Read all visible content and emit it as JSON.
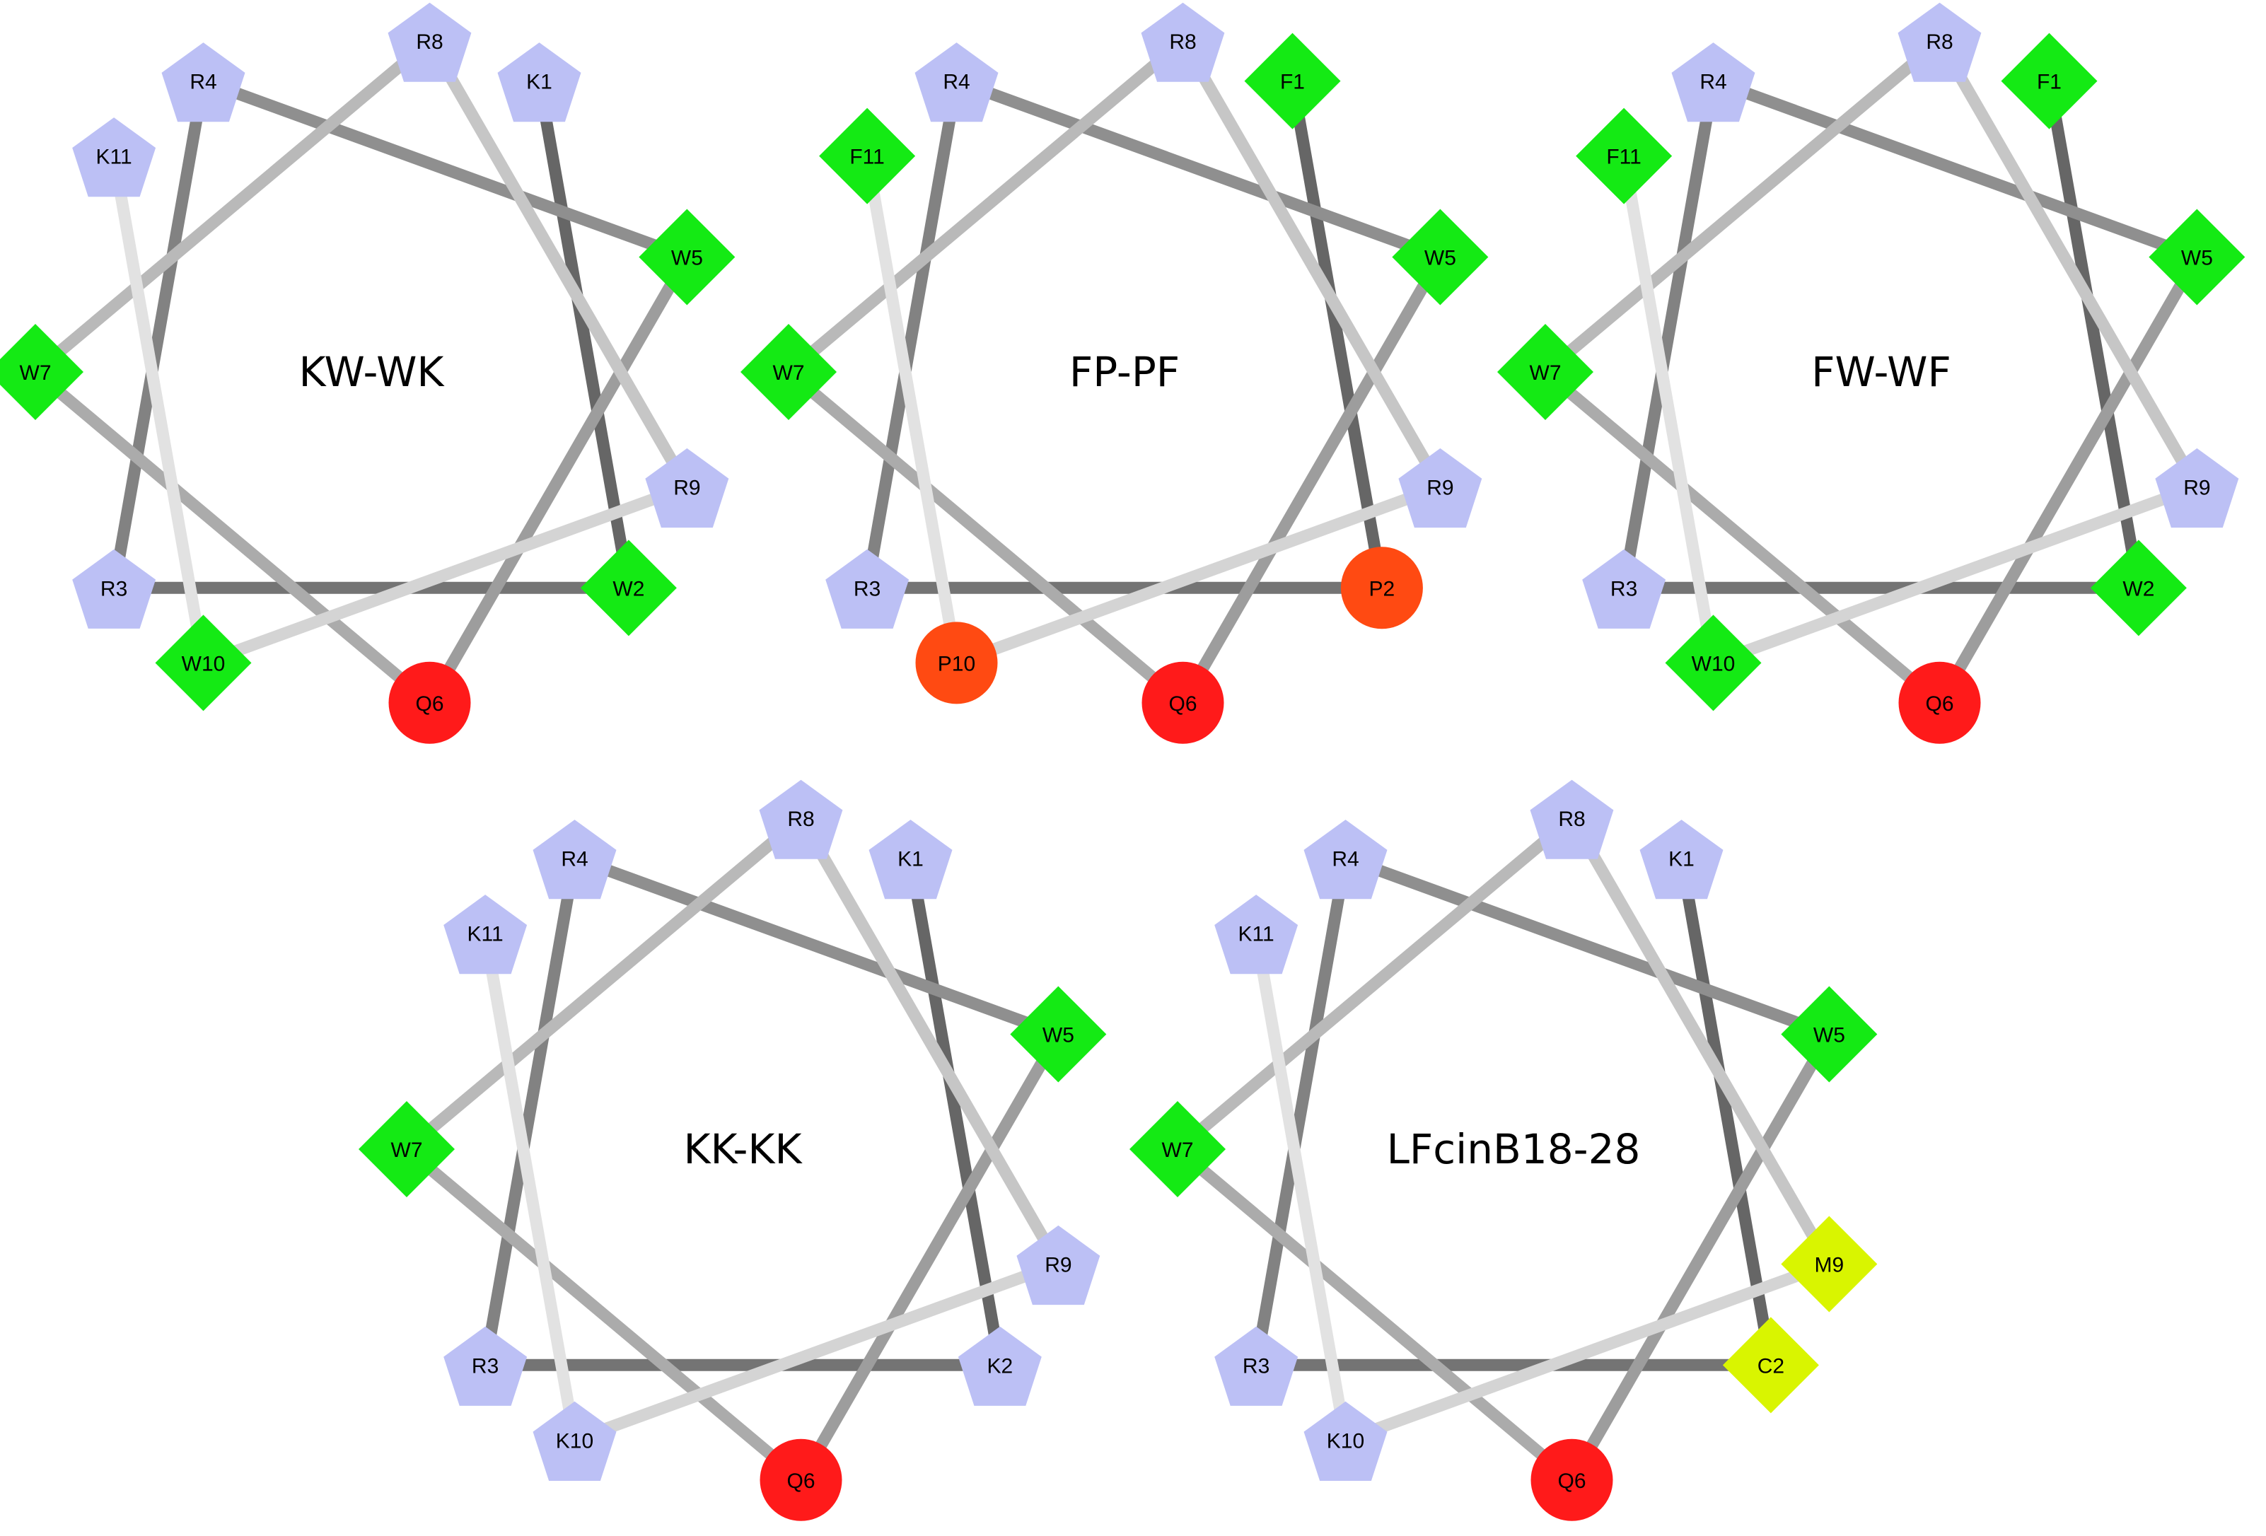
{
  "colors": {
    "hydrophilic_basic": "#bcc0f5",
    "hydrophobic": "#14ea14",
    "glutamine": "#ff1a1a",
    "proline": "#ff4a12",
    "sulfur": "#d9f500",
    "edge_first": "#666666",
    "edge_last": "#e2e2e2"
  },
  "wheels": [
    {
      "title": "KW-WK",
      "residues": [
        {
          "label": "K1",
          "shape": "pentagon",
          "color": "hydrophilic_basic"
        },
        {
          "label": "W2",
          "shape": "diamond",
          "color": "hydrophobic"
        },
        {
          "label": "R3",
          "shape": "pentagon",
          "color": "hydrophilic_basic"
        },
        {
          "label": "R4",
          "shape": "pentagon",
          "color": "hydrophilic_basic"
        },
        {
          "label": "W5",
          "shape": "diamond",
          "color": "hydrophobic"
        },
        {
          "label": "Q6",
          "shape": "circle",
          "color": "glutamine"
        },
        {
          "label": "W7",
          "shape": "diamond",
          "color": "hydrophobic"
        },
        {
          "label": "R8",
          "shape": "pentagon",
          "color": "hydrophilic_basic"
        },
        {
          "label": "R9",
          "shape": "pentagon",
          "color": "hydrophilic_basic"
        },
        {
          "label": "W10",
          "shape": "diamond",
          "color": "hydrophobic"
        },
        {
          "label": "K11",
          "shape": "pentagon",
          "color": "hydrophilic_basic"
        }
      ]
    },
    {
      "title": "FP-PF",
      "residues": [
        {
          "label": "F1",
          "shape": "diamond",
          "color": "hydrophobic"
        },
        {
          "label": "P2",
          "shape": "circle",
          "color": "proline"
        },
        {
          "label": "R3",
          "shape": "pentagon",
          "color": "hydrophilic_basic"
        },
        {
          "label": "R4",
          "shape": "pentagon",
          "color": "hydrophilic_basic"
        },
        {
          "label": "W5",
          "shape": "diamond",
          "color": "hydrophobic"
        },
        {
          "label": "Q6",
          "shape": "circle",
          "color": "glutamine"
        },
        {
          "label": "W7",
          "shape": "diamond",
          "color": "hydrophobic"
        },
        {
          "label": "R8",
          "shape": "pentagon",
          "color": "hydrophilic_basic"
        },
        {
          "label": "R9",
          "shape": "pentagon",
          "color": "hydrophilic_basic"
        },
        {
          "label": "P10",
          "shape": "circle",
          "color": "proline"
        },
        {
          "label": "F11",
          "shape": "diamond",
          "color": "hydrophobic"
        }
      ]
    },
    {
      "title": "FW-WF",
      "residues": [
        {
          "label": "F1",
          "shape": "diamond",
          "color": "hydrophobic"
        },
        {
          "label": "W2",
          "shape": "diamond",
          "color": "hydrophobic"
        },
        {
          "label": "R3",
          "shape": "pentagon",
          "color": "hydrophilic_basic"
        },
        {
          "label": "R4",
          "shape": "pentagon",
          "color": "hydrophilic_basic"
        },
        {
          "label": "W5",
          "shape": "diamond",
          "color": "hydrophobic"
        },
        {
          "label": "Q6",
          "shape": "circle",
          "color": "glutamine"
        },
        {
          "label": "W7",
          "shape": "diamond",
          "color": "hydrophobic"
        },
        {
          "label": "R8",
          "shape": "pentagon",
          "color": "hydrophilic_basic"
        },
        {
          "label": "R9",
          "shape": "pentagon",
          "color": "hydrophilic_basic"
        },
        {
          "label": "W10",
          "shape": "diamond",
          "color": "hydrophobic"
        },
        {
          "label": "F11",
          "shape": "diamond",
          "color": "hydrophobic"
        }
      ]
    },
    {
      "title": "KK-KK",
      "residues": [
        {
          "label": "K1",
          "shape": "pentagon",
          "color": "hydrophilic_basic"
        },
        {
          "label": "K2",
          "shape": "pentagon",
          "color": "hydrophilic_basic"
        },
        {
          "label": "R3",
          "shape": "pentagon",
          "color": "hydrophilic_basic"
        },
        {
          "label": "R4",
          "shape": "pentagon",
          "color": "hydrophilic_basic"
        },
        {
          "label": "W5",
          "shape": "diamond",
          "color": "hydrophobic"
        },
        {
          "label": "Q6",
          "shape": "circle",
          "color": "glutamine"
        },
        {
          "label": "W7",
          "shape": "diamond",
          "color": "hydrophobic"
        },
        {
          "label": "R8",
          "shape": "pentagon",
          "color": "hydrophilic_basic"
        },
        {
          "label": "R9",
          "shape": "pentagon",
          "color": "hydrophilic_basic"
        },
        {
          "label": "K10",
          "shape": "pentagon",
          "color": "hydrophilic_basic"
        },
        {
          "label": "K11",
          "shape": "pentagon",
          "color": "hydrophilic_basic"
        }
      ]
    },
    {
      "title": "LFcinB18-28",
      "residues": [
        {
          "label": "K1",
          "shape": "pentagon",
          "color": "hydrophilic_basic"
        },
        {
          "label": "C2",
          "shape": "diamond",
          "color": "sulfur"
        },
        {
          "label": "R3",
          "shape": "pentagon",
          "color": "hydrophilic_basic"
        },
        {
          "label": "R4",
          "shape": "pentagon",
          "color": "hydrophilic_basic"
        },
        {
          "label": "W5",
          "shape": "diamond",
          "color": "hydrophobic"
        },
        {
          "label": "Q6",
          "shape": "circle",
          "color": "glutamine"
        },
        {
          "label": "W7",
          "shape": "diamond",
          "color": "hydrophobic"
        },
        {
          "label": "R8",
          "shape": "pentagon",
          "color": "hydrophilic_basic"
        },
        {
          "label": "M9",
          "shape": "diamond",
          "color": "sulfur"
        },
        {
          "label": "K10",
          "shape": "pentagon",
          "color": "hydrophilic_basic"
        },
        {
          "label": "K11",
          "shape": "pentagon",
          "color": "hydrophilic_basic"
        }
      ]
    }
  ]
}
